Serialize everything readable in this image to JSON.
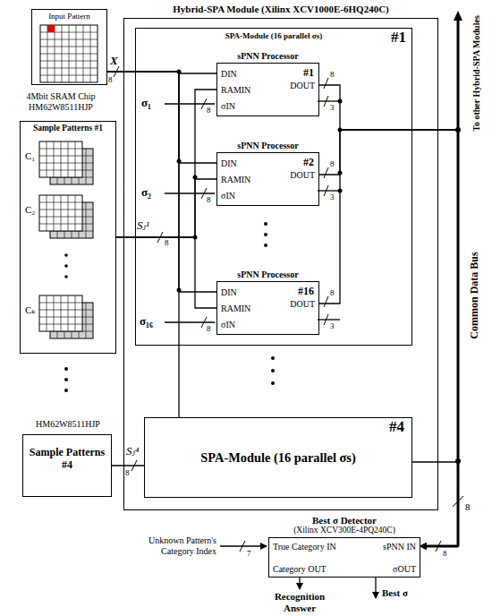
{
  "diagram": {
    "nodes": [
      {
        "text": [
          "Input Pattern"
        ]
      },
      {
        "text": [
          "Sample Patterns #1"
        ]
      },
      {
        "text": [
          "Sample Patterns #4"
        ]
      },
      {
        "text": [
          "Hybrid-SPA Module (Xilinx XCV1000E-6HQ240C)"
        ]
      },
      {
        "text": [
          "SPA-Module (16 parallel σs)",
          "#1"
        ],
        "in": 3
      },
      {
        "text": [
          "sPNN Processor",
          "#1",
          "DIN",
          "RAMIN",
          "σIN",
          "DOUT"
        ],
        "in": 4
      },
      {
        "text": [
          "sPNN Processor",
          "#2",
          "DIN",
          "RAMIN",
          "σIN",
          "DOUT"
        ],
        "in": 4
      },
      {
        "text": [
          "sPNN Processor",
          "#16",
          "DIN",
          "RAMIN",
          "σIN",
          "DOUT"
        ],
        "in": 4
      },
      {
        "text": [
          "SPA-Module (16 parallel σs)",
          "#4"
        ],
        "in": 3
      },
      {
        "text": [
          "Best σ Detector",
          "(Xilinx XCV300E-4PQ240C)",
          "True Category IN",
          "sPNN IN",
          "Category OUT",
          "σOUT"
        ]
      }
    ],
    "edges": [
      {
        "from": 0,
        "to": 5,
        "arrow": "none"
      },
      {
        "from": 0,
        "to": 6,
        "arrow": "none"
      },
      {
        "from": 0,
        "to": 7,
        "arrow": "none"
      },
      {
        "from": 0,
        "to": 8,
        "arrow": "none"
      },
      {
        "from": 1,
        "to": 5,
        "arrow": "none"
      },
      {
        "from": 1,
        "to": 6,
        "arrow": "none"
      },
      {
        "from": 1,
        "to": 7,
        "arrow": "none"
      },
      {
        "from": 2,
        "to": 8,
        "arrow": "none"
      },
      {
        "from": 5,
        "to": 9,
        "arrow": "to"
      },
      {
        "from": 6,
        "to": 9,
        "arrow": "to"
      },
      {
        "from": 7,
        "to": 9,
        "arrow": "to"
      },
      {
        "from": 8,
        "to": 9,
        "arrow": "to"
      }
    ],
    "labels": [
      "4Mbit SRAM Chip HM62W8511HJP",
      "C₁",
      "C₂",
      "Cₖ",
      "X",
      "8",
      "Sⱼ¹",
      "8",
      "σ₁",
      "8",
      "σ₂",
      "8",
      "σ₁₆",
      "8",
      "8",
      "3",
      "8",
      "3",
      "8",
      "3",
      "HM62W8511HJP",
      "Sⱼ⁴",
      "8",
      "To other Hybrid-SPA Modules",
      "Common Data Bus",
      "8",
      "Unknown Pattern's Category Index",
      "7",
      "8",
      "Recognition Answer",
      "Best σ"
    ]
  }
}
